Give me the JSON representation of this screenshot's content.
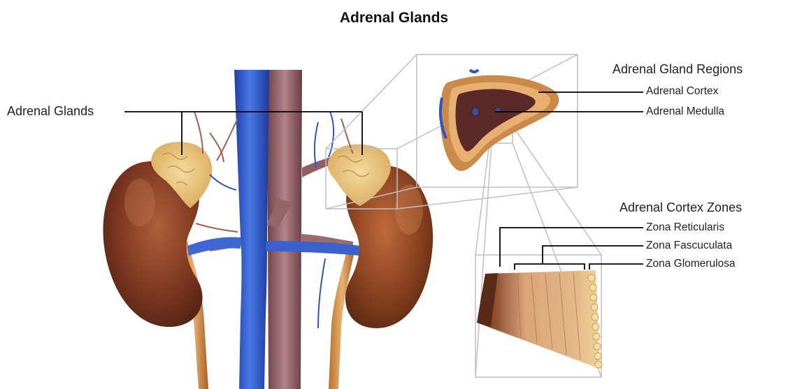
{
  "title": "Adrenal Glands",
  "labels": {
    "adrenal_glands": "Adrenal Glands",
    "regions_heading": "Adrenal Gland Regions",
    "cortex": "Adrenal Cortex",
    "medulla": "Adrenal Medulla",
    "zones_heading": "Adrenal Cortex Zones",
    "zona_reticularis": "Zona Reticularis",
    "zona_fasciculata": "Zona Fascuculata",
    "zona_glomerulosa": "Zona Glomerulosa"
  },
  "colors": {
    "vena_cava": "#2f54c8",
    "aorta": "#8a5a5e",
    "kidney": "#7a3a22",
    "adrenal": "#e6c27a",
    "cortex_rim": "#c98a4a",
    "medulla": "#5a2a2a",
    "leader_line": "#000000",
    "zoom_line": "#c0c0c0"
  }
}
